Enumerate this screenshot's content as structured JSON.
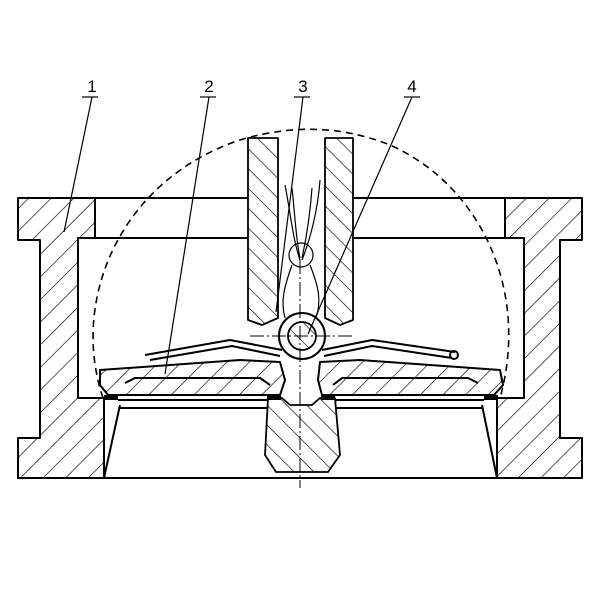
{
  "labels": [
    {
      "id": "part-1",
      "text": "1"
    },
    {
      "id": "part-2",
      "text": "2"
    },
    {
      "id": "part-3",
      "text": "3"
    },
    {
      "id": "part-4",
      "text": "4"
    }
  ]
}
